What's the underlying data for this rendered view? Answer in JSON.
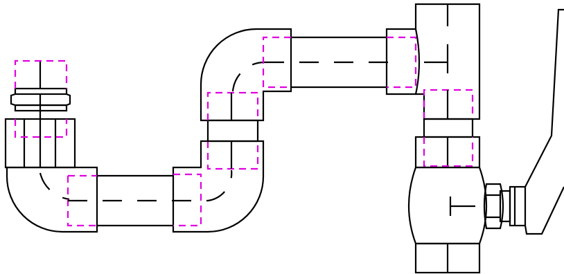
{
  "drawing": {
    "line_color": "#000000",
    "hidden_line_color": "#e000e0",
    "background": "#ffffff",
    "components": [
      "compression-fitting",
      "elbow-left",
      "pipe-bottom",
      "elbow-bottom-right",
      "elbow-top-left",
      "pipe-top",
      "tee-top-right",
      "ball-valve",
      "valve-handle"
    ]
  }
}
